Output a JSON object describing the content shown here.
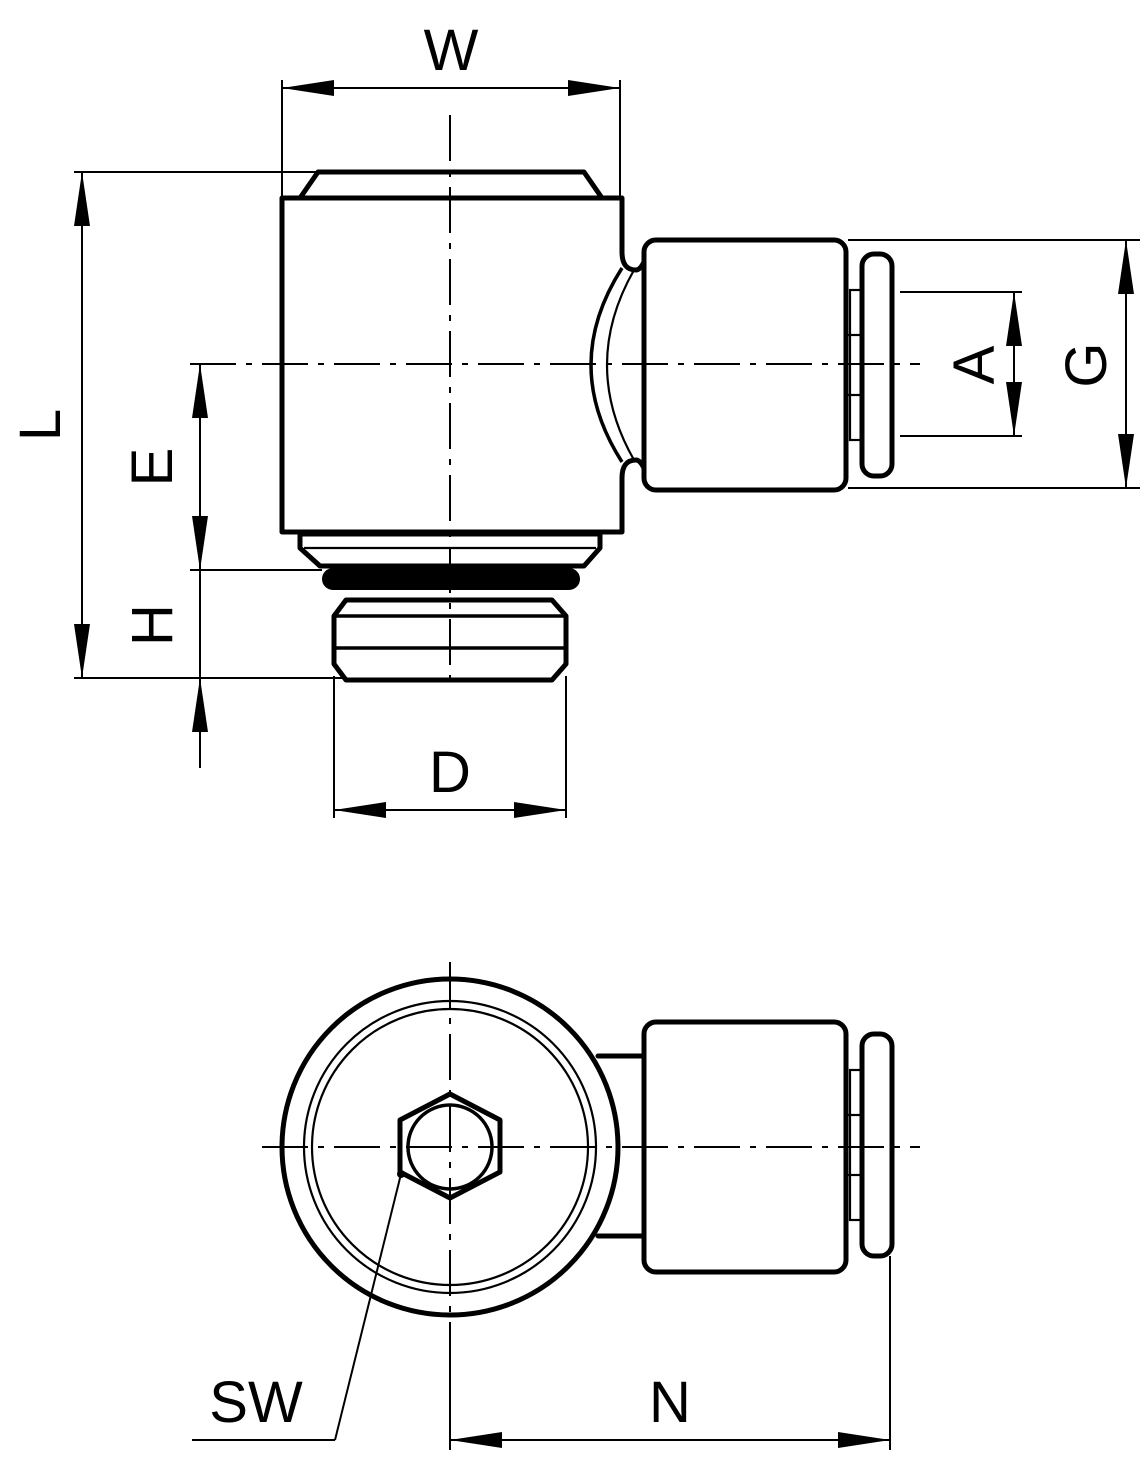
{
  "labels": {
    "W": "W",
    "L": "L",
    "E": "E",
    "H": "H",
    "D": "D",
    "A": "A",
    "G": "G",
    "SW": "SW",
    "N": "N"
  }
}
